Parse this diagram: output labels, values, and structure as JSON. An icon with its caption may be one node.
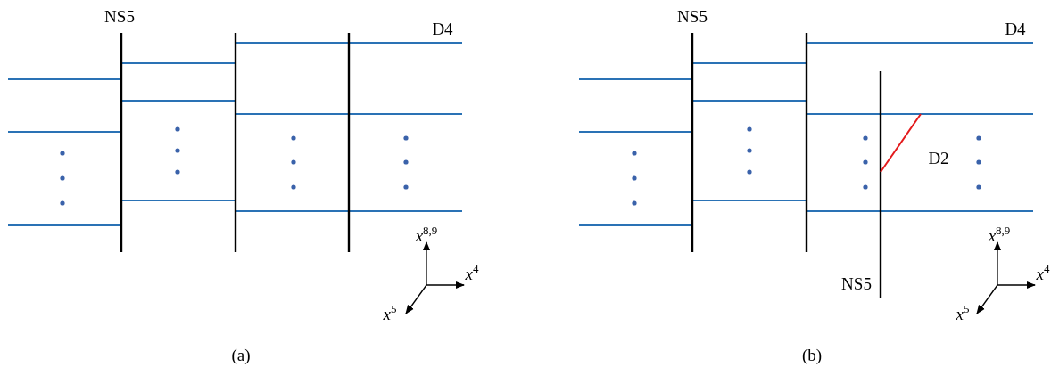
{
  "diagram": {
    "labels": [
      "NS5",
      "D4",
      "*x*$^{8,9}$",
      "*x*$^{4}$",
      "*x*$^{5}$",
      "(a)",
      "NS5",
      "D4",
      "D2",
      "NS5",
      "*x*$^{8,9}$",
      "*x*$^{4}$",
      "*x*$^{5}$",
      "(b)"
    ]
  }
}
